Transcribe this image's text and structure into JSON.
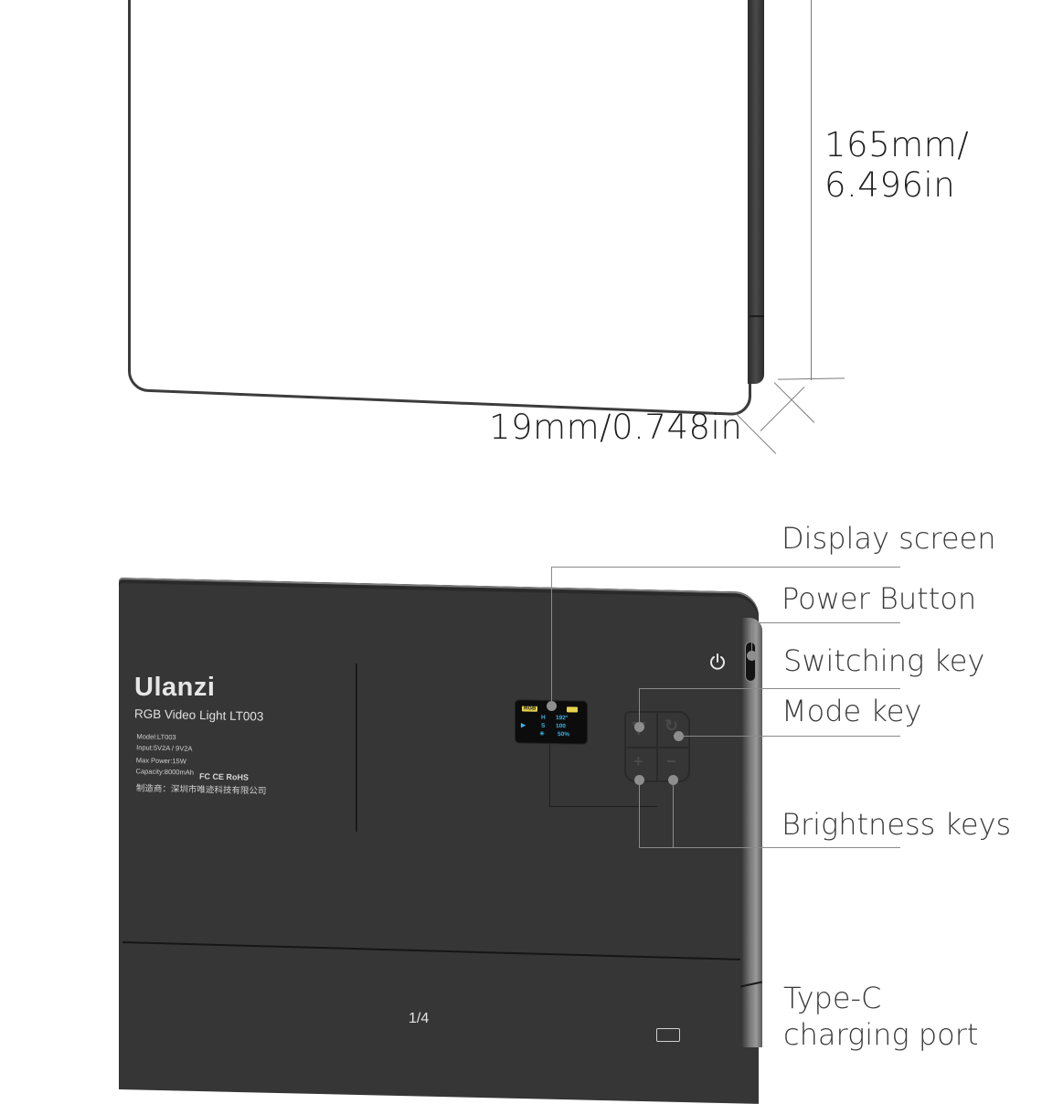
{
  "dimensions": {
    "height": {
      "line1": "165mm/",
      "line2": "6.496in"
    },
    "thickness": "19mm/0.748in"
  },
  "device": {
    "brand": "Ulanzi",
    "model_title": "RGB Video Light LT003",
    "specs": [
      "Model:LT003",
      "Input:5V2A / 9V2A",
      "Max Power:15W",
      "Capacity:8000mAh"
    ],
    "certifications": "FC CE RoHS",
    "manufacturer": "制造商：深圳市唯迹科技有限公司",
    "page_indicator": "1/4",
    "display": {
      "mode": "RGB",
      "rows": [
        {
          "key": "H",
          "value": "192°"
        },
        {
          "key": "S",
          "value": "100"
        },
        {
          "key": "☀",
          "value": "50%"
        }
      ],
      "accent_yellow": "#e7d24c",
      "accent_blue": "#3fb6ea"
    }
  },
  "labels": {
    "display_screen": "Display screen",
    "power_button": "Power Button",
    "switching_key": "Switching key",
    "mode_key": "Mode key",
    "brightness_keys": "Brightness keys",
    "type_c_line1": "Type-C",
    "type_c_line2": "charging port"
  },
  "colors": {
    "device_body": "#363636",
    "label_text": "#3a3a3a",
    "leader_lines": "#8a8a8a"
  }
}
